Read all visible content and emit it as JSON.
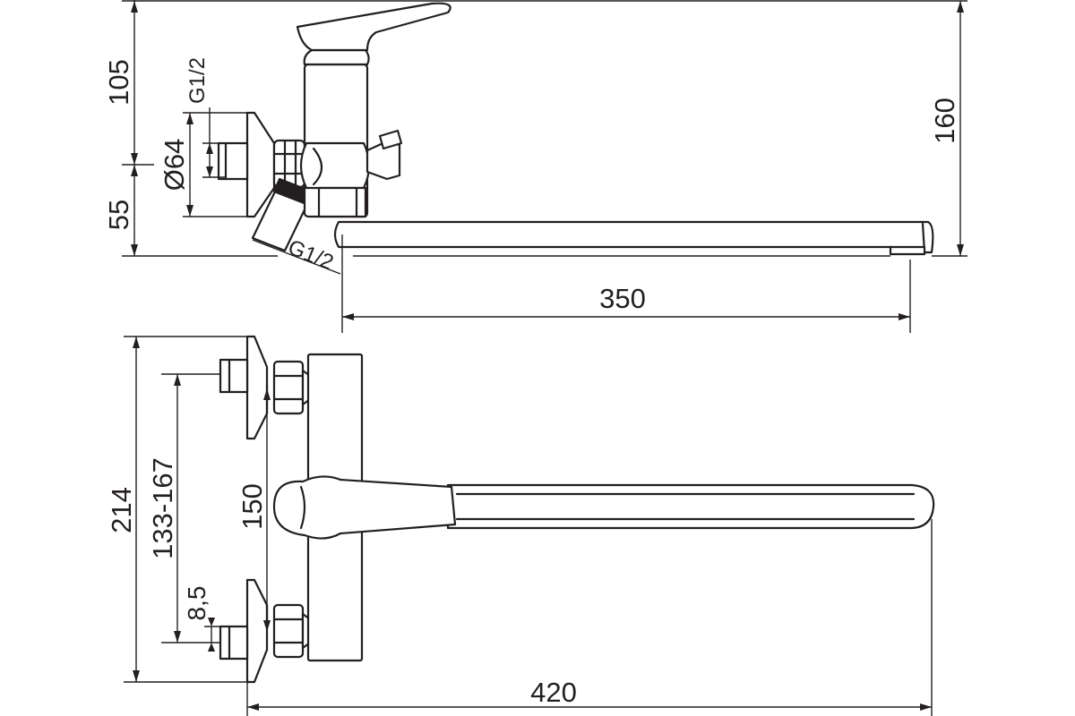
{
  "side_view": {
    "dim_height_upper": "105",
    "dim_height_lower": "55",
    "dim_total_height": "160",
    "dim_spout_reach": "350",
    "dim_flange_diameter": "Ø64",
    "thread_top": "G1/2",
    "thread_bottom": "G1/2"
  },
  "top_view": {
    "dim_total_width": "214",
    "dim_center_range": "133-167",
    "dim_body_length": "150",
    "dim_offset": "8,5",
    "dim_total_length": "420"
  }
}
